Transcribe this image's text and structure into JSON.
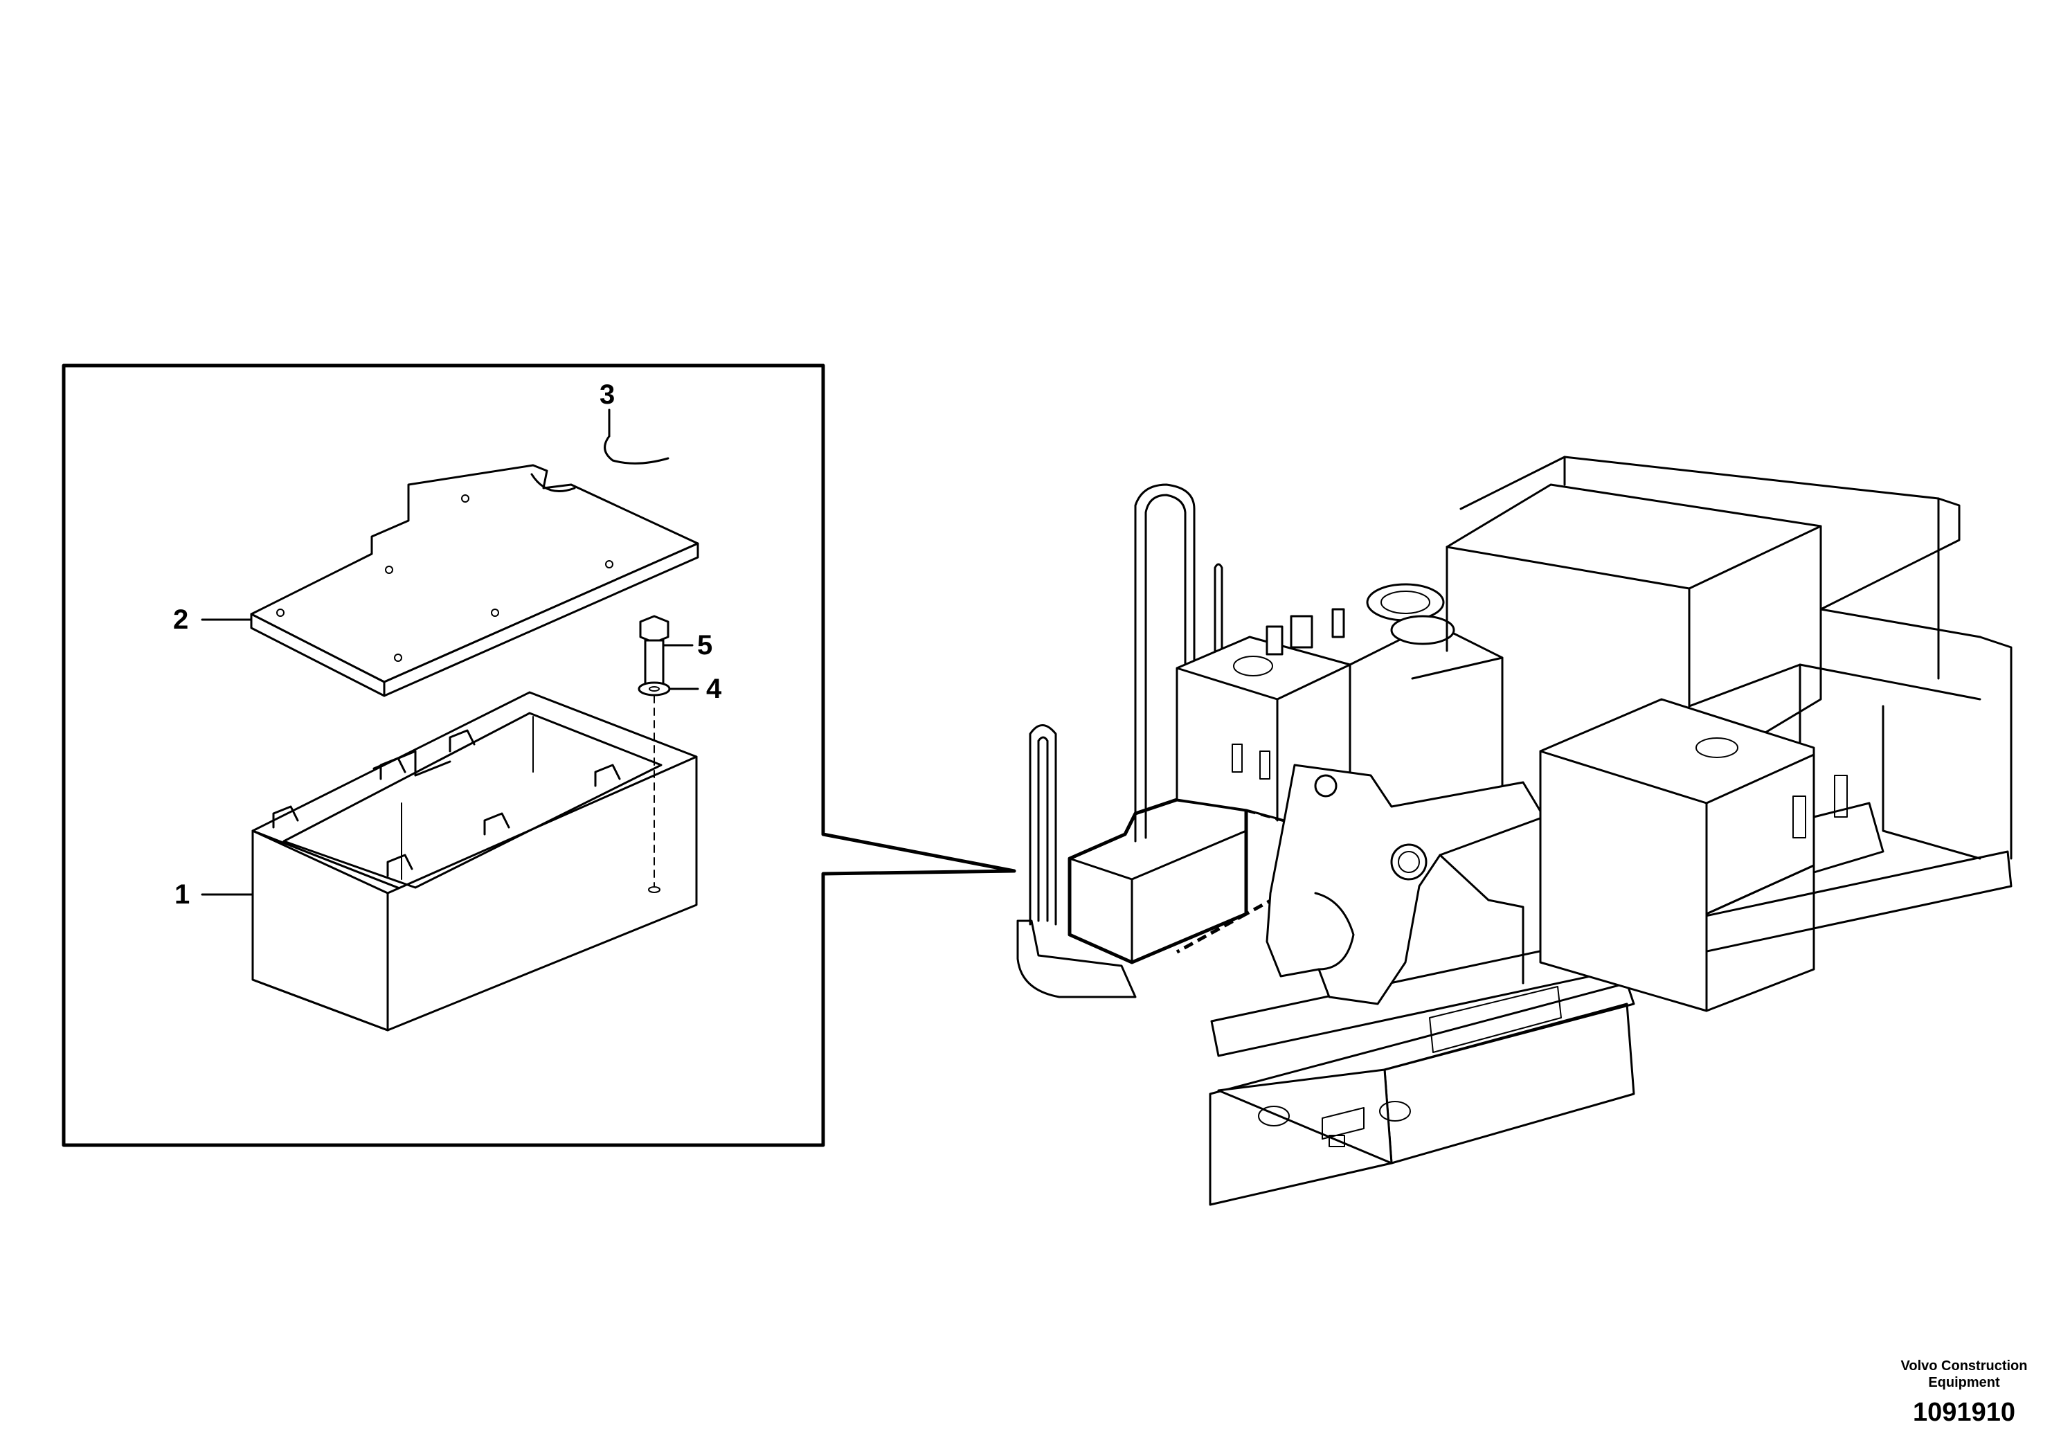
{
  "callouts": [
    {
      "id": "1",
      "label": "1"
    },
    {
      "id": "2",
      "label": "2"
    },
    {
      "id": "3",
      "label": "3"
    },
    {
      "id": "4",
      "label": "4"
    },
    {
      "id": "5",
      "label": "5"
    }
  ],
  "footer": {
    "brand_line1": "Volvo Construction",
    "brand_line2": "Equipment",
    "drawing_number": "1091910"
  }
}
